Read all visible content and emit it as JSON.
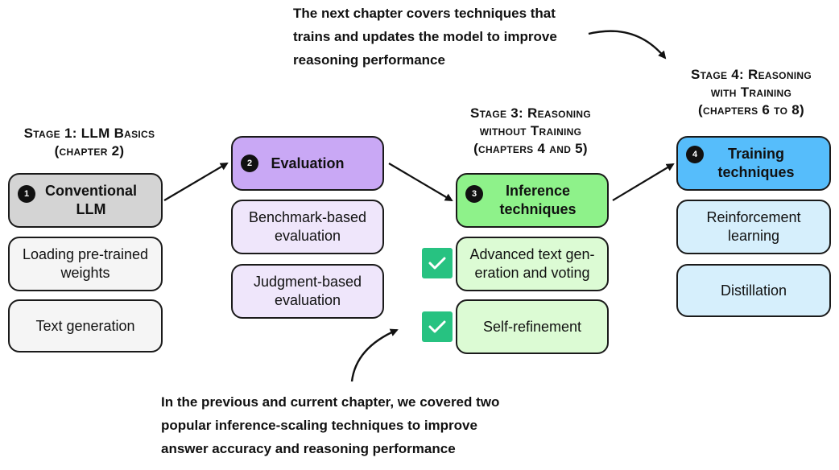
{
  "notes": {
    "top": [
      "The next chapter covers techniques that",
      "trains and updates the model to improve",
      "reasoning performance"
    ],
    "bottom": [
      "In the previous and current chapter, we covered two",
      "popular inference-scaling techniques to improve",
      "answer accuracy and reasoning performance"
    ]
  },
  "stages": [
    {
      "title": [
        "Stage 1: LLM Basics",
        "(chapter 2)"
      ],
      "head": {
        "number": "1",
        "label": [
          "Conventional",
          "LLM"
        ]
      },
      "items": [
        [
          "Loading pre-trained",
          "weights"
        ],
        [
          "Text generation"
        ]
      ]
    },
    {
      "title": [],
      "head": {
        "number": "2",
        "label": [
          "Evaluation"
        ]
      },
      "items": [
        [
          "Benchmark-based",
          "evaluation"
        ],
        [
          "Judgment-based",
          "evaluation"
        ]
      ]
    },
    {
      "title": [
        "Stage 3: Reasoning",
        "without Training",
        "(chapters 4 and 5)"
      ],
      "head": {
        "number": "3",
        "label": [
          "Inference",
          "techniques"
        ]
      },
      "items": [
        [
          "Advanced text gen-",
          "eration and voting"
        ],
        [
          "Self-refinement"
        ]
      ]
    },
    {
      "title": [
        "Stage 4: Reasoning",
        "with Training",
        "(chapters 6 to 8)"
      ],
      "head": {
        "number": "4",
        "label": [
          "Training",
          "techniques"
        ]
      },
      "items": [
        [
          "Reinforcement",
          "learning"
        ],
        [
          "Distillation"
        ]
      ]
    }
  ],
  "colors": {
    "stage1_head": "#d4d4d4",
    "stage1_item": "#f5f5f5",
    "stage2_head": "#c9a8f5",
    "stage2_item": "#efe6fb",
    "stage3_head": "#8ef28a",
    "stage3_item": "#dcfbd4",
    "stage4_head": "#56bdfb",
    "stage4_item": "#d6effc",
    "check": "#27c281"
  }
}
